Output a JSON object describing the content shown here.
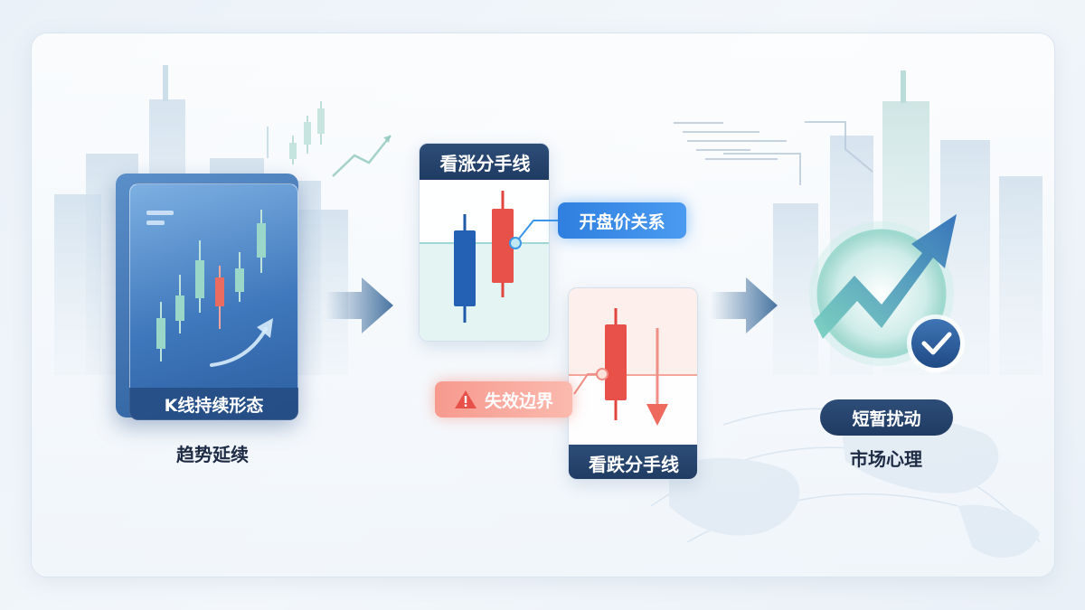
{
  "left": {
    "card_label": "K线持续形态",
    "caption": "趋势延续"
  },
  "bullish": {
    "title": "看涨分手线",
    "callout": "开盘价关系"
  },
  "bearish": {
    "title": "看跌分手线",
    "callout": "失效边界"
  },
  "right": {
    "badge": "短暂扰动",
    "caption": "市场心理"
  },
  "colors": {
    "bull_red": "#e8504a",
    "bear_blue": "#1f5aaa",
    "teal": "#7fd0c0",
    "navy": "#1f3b62"
  }
}
